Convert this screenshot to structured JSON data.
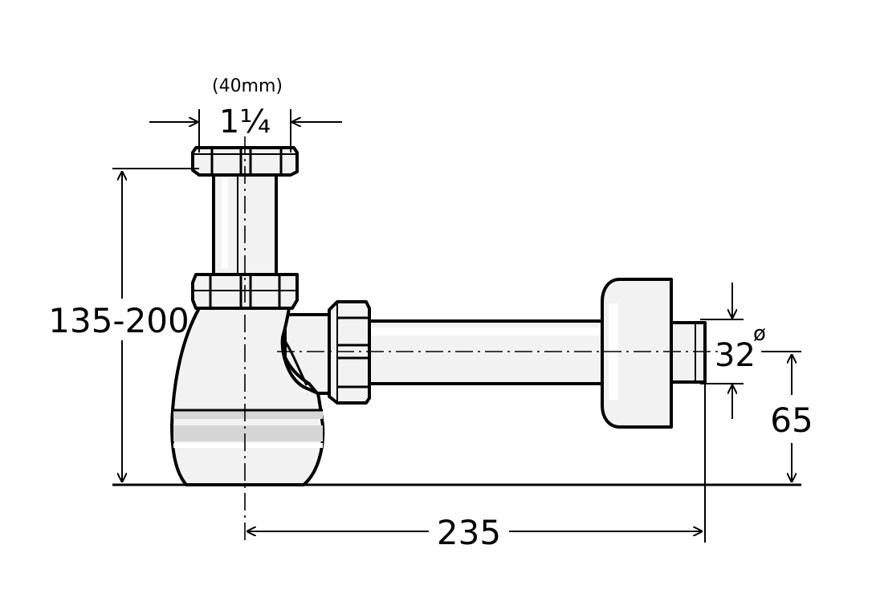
{
  "dimensions": {
    "inlet_metric": "(40mm)",
    "inlet_size": "1¼",
    "height_range": "135-200",
    "outlet_diameter": "32",
    "diameter_symbol": "ø",
    "outlet_height": "65",
    "length": "235"
  }
}
